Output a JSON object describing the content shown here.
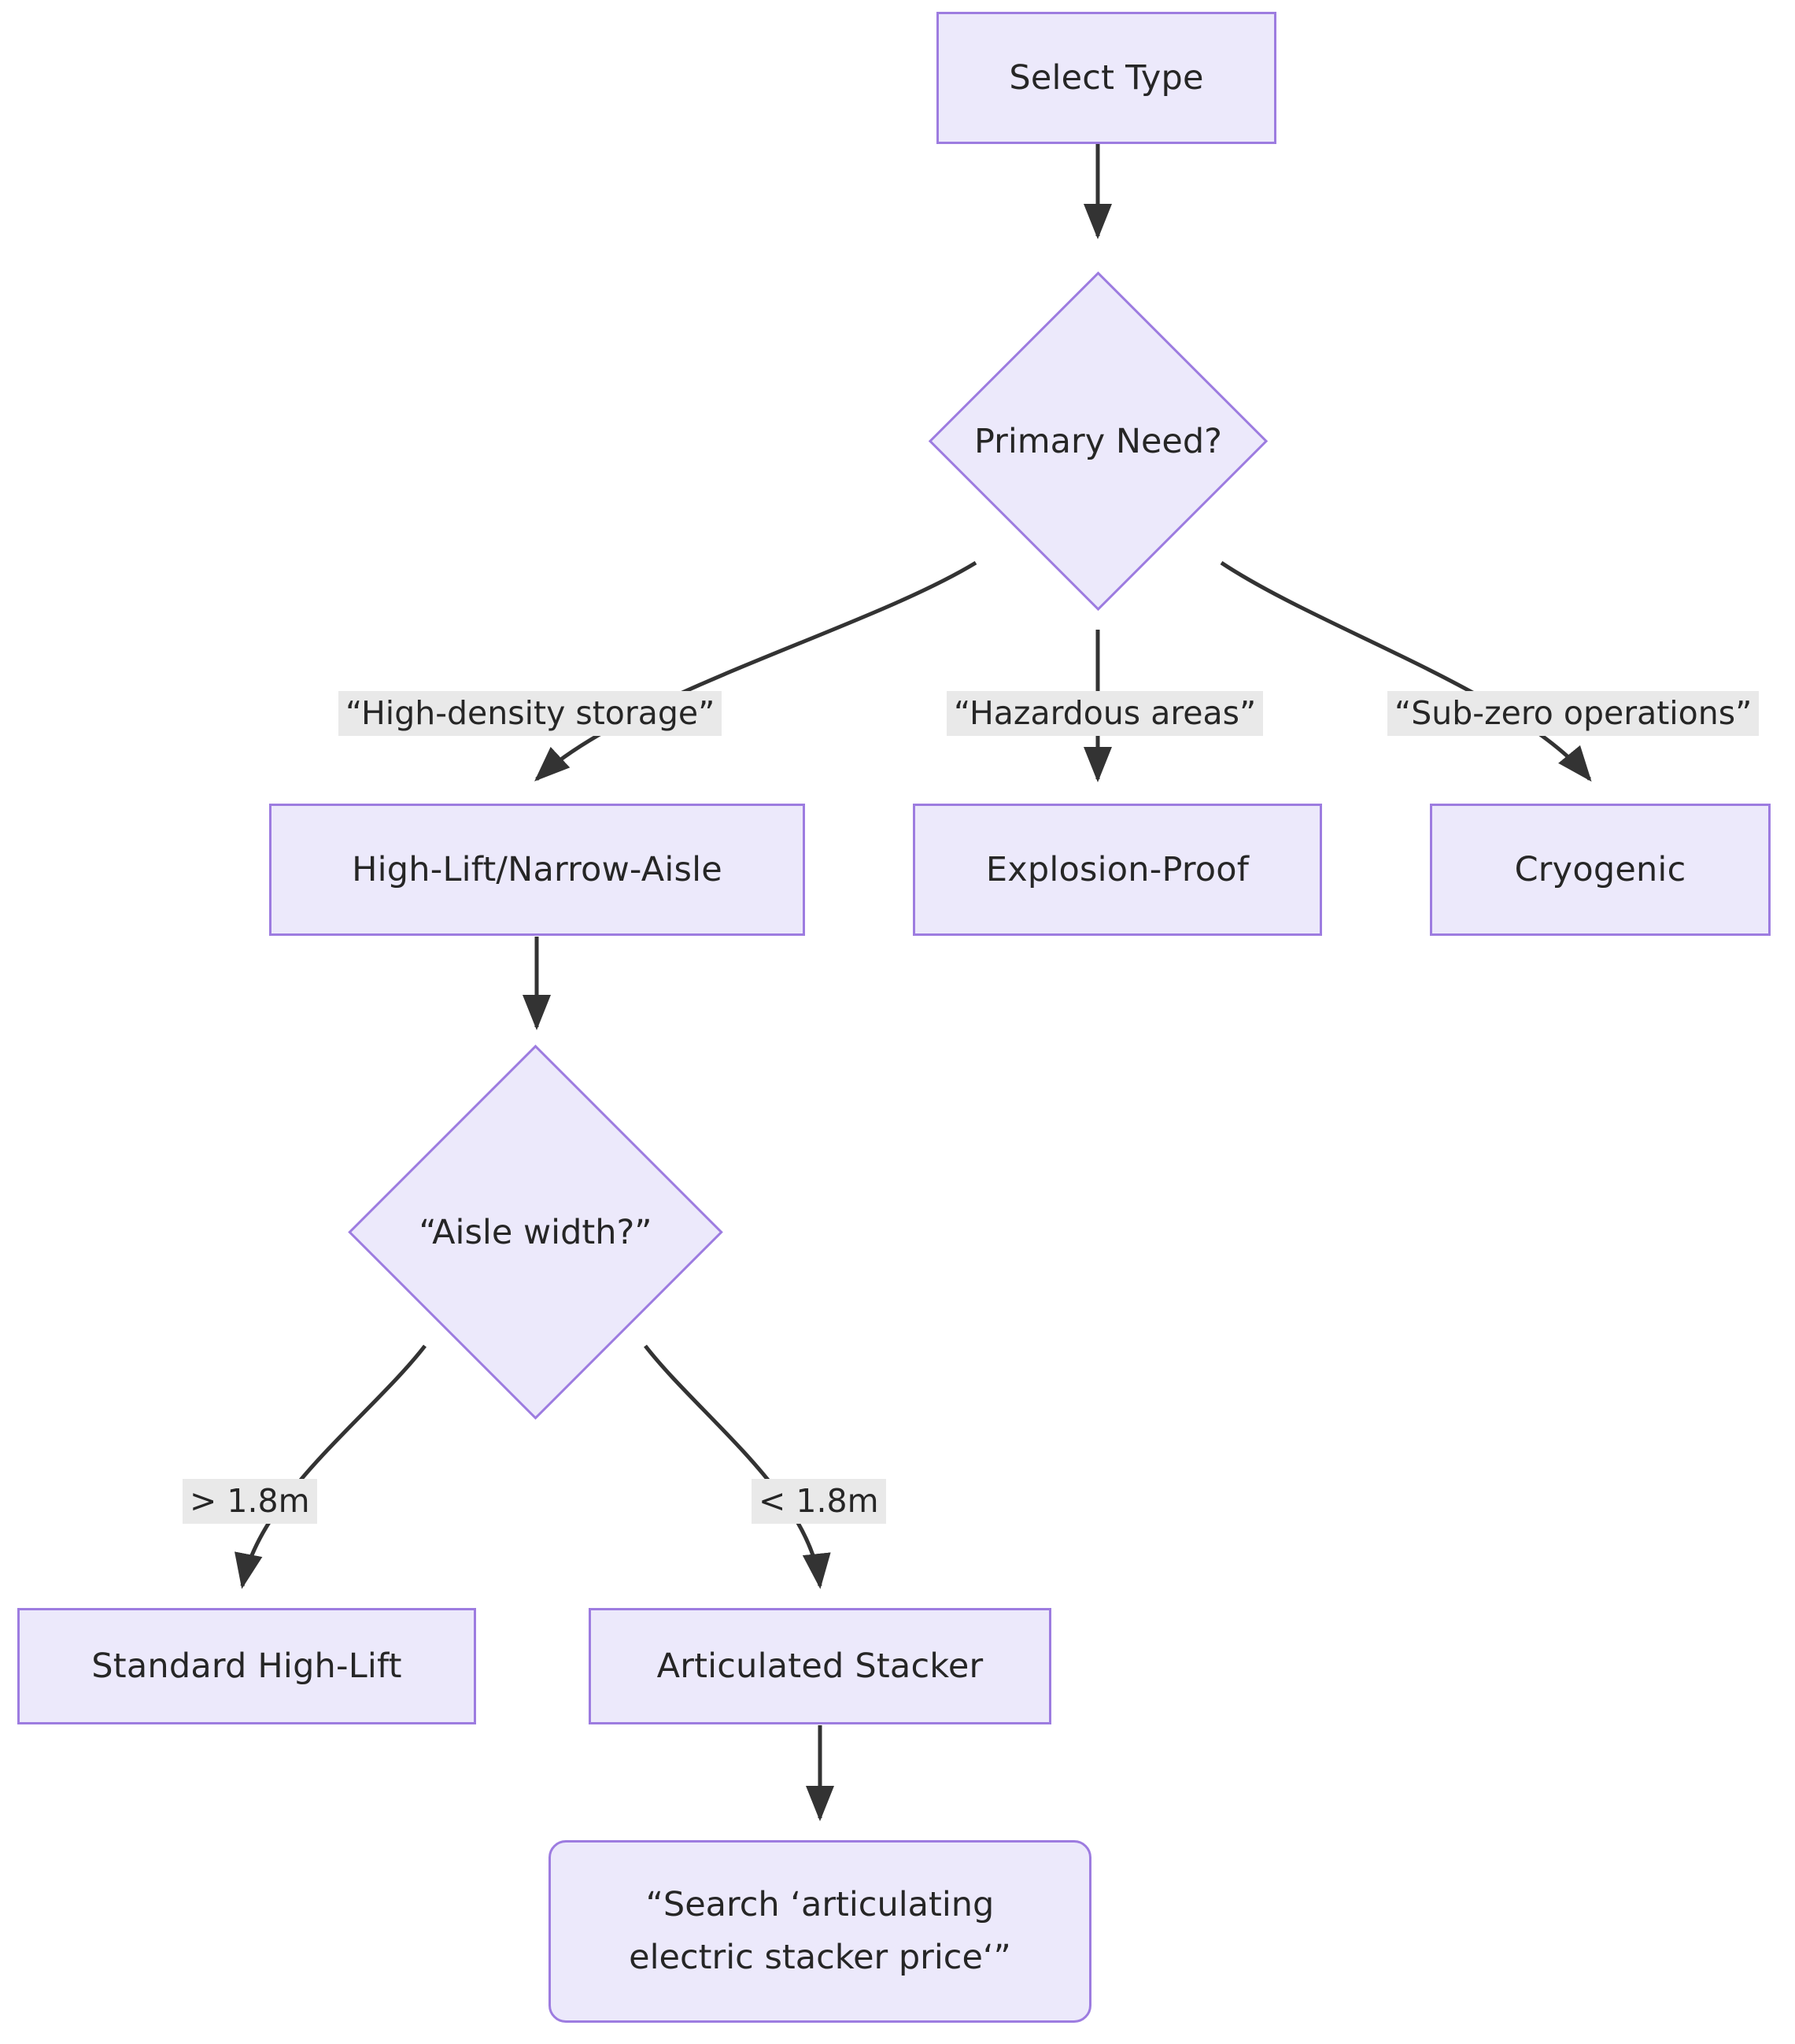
{
  "diagram": {
    "type": "flowchart",
    "direction": "top-down",
    "theme": {
      "node_fill": "#ECE9FB",
      "node_border": "#9D7CE0",
      "edge_color": "#333333",
      "edge_label_bg": "#E9E9E9",
      "text_color": "#262626",
      "background": "#FFFFFF"
    },
    "nodes": [
      {
        "id": "select_type",
        "label": "Select Type",
        "shape": "rect"
      },
      {
        "id": "primary_need",
        "label": "Primary Need?",
        "shape": "diamond"
      },
      {
        "id": "high_lift",
        "label": "High-Lift/Narrow-Aisle",
        "shape": "rect"
      },
      {
        "id": "explosion",
        "label": "Explosion-Proof",
        "shape": "rect"
      },
      {
        "id": "cryogenic",
        "label": "Cryogenic",
        "shape": "rect"
      },
      {
        "id": "aisle_width",
        "label": "“Aisle width?”",
        "shape": "diamond"
      },
      {
        "id": "standard",
        "label": "Standard High-Lift",
        "shape": "rect"
      },
      {
        "id": "articulated",
        "label": "Articulated Stacker",
        "shape": "rect"
      },
      {
        "id": "search",
        "label": "“Search ‘articulating electric stacker price‘”",
        "shape": "rounded",
        "line1": "“Search ‘articulating",
        "line2": "electric stacker price‘”"
      }
    ],
    "edges": [
      {
        "from": "select_type",
        "to": "primary_need",
        "label": ""
      },
      {
        "from": "primary_need",
        "to": "high_lift",
        "label": "“High-density storage”"
      },
      {
        "from": "primary_need",
        "to": "explosion",
        "label": "“Hazardous areas”"
      },
      {
        "from": "primary_need",
        "to": "cryogenic",
        "label": "“Sub-zero operations”"
      },
      {
        "from": "high_lift",
        "to": "aisle_width",
        "label": ""
      },
      {
        "from": "aisle_width",
        "to": "standard",
        "label": "> 1.8m"
      },
      {
        "from": "aisle_width",
        "to": "articulated",
        "label": "< 1.8m"
      },
      {
        "from": "articulated",
        "to": "search",
        "label": ""
      }
    ]
  }
}
